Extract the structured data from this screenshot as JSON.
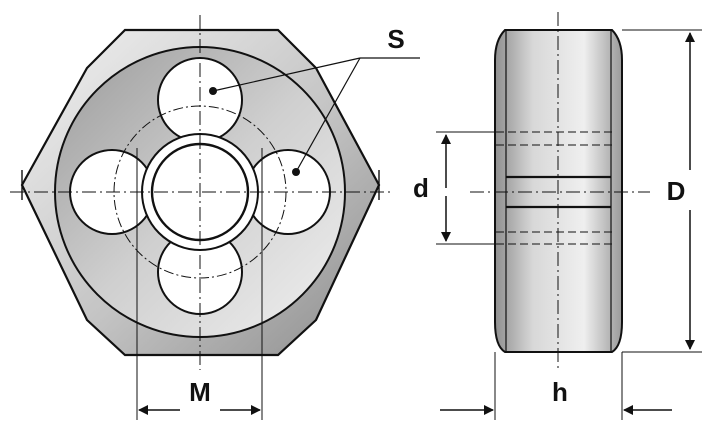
{
  "labels": {
    "s": "S",
    "d": "d",
    "big_d": "D",
    "m": "M",
    "h": "h"
  },
  "colors": {
    "outline": "#111111",
    "body_light": "#e6e6e6",
    "body_dark": "#8a8a8a",
    "hole_fill": "#ffffff",
    "background": "#ffffff"
  }
}
